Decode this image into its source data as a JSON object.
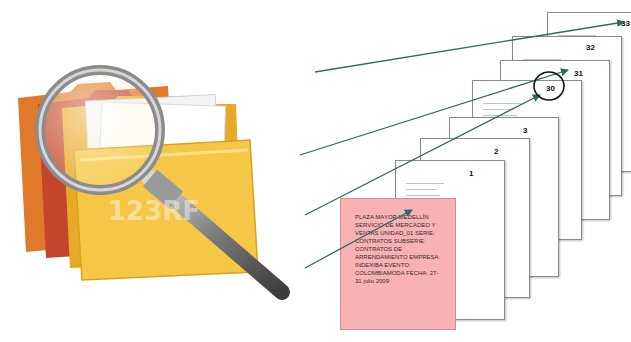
{
  "diagram": {
    "nodes": [
      {
        "text": [
          "33"
        ]
      },
      {
        "text": [
          "32"
        ]
      },
      {
        "text": [
          "31"
        ]
      },
      {
        "text": [
          "30"
        ]
      },
      {
        "text": [
          "3"
        ]
      },
      {
        "text": [
          "2"
        ]
      },
      {
        "text": [
          "1"
        ]
      },
      {
        "text": [
          "PLAZA MAYOR MEDELLÍN SERVICIO DE MERCADEO Y VENTAS UNIDAD_01 SERIE: CONTRATOS SUBSERIE: CONTRATOS DE ARRENDAMIENTO EMPRESA: INDEXIBA EVENTO: COLOMBIAMODA FECHA: 27-31 julio 2009"
        ]
      }
    ],
    "labels": [
      "123RF"
    ]
  }
}
